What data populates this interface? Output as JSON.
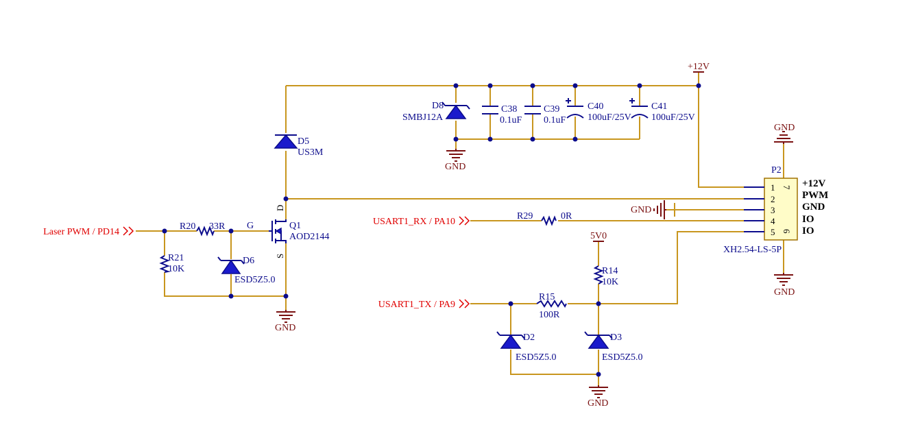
{
  "nets": {
    "laser_pwm": "Laser PWM / PD14",
    "usart_rx": "USART1_RX / PA10",
    "usart_tx": "USART1_TX / PA9",
    "vcc12": "+12V",
    "v5": "5V0",
    "gnd": "GND"
  },
  "components": {
    "r20": {
      "ref": "R20",
      "value": "33R"
    },
    "r21": {
      "ref": "R21",
      "value": "10K"
    },
    "d6": {
      "ref": "D6",
      "value": "ESD5Z5.0"
    },
    "q1": {
      "ref": "Q1",
      "value": "AOD2144",
      "pin_g": "G",
      "pin_d": "D",
      "pin_s": "S"
    },
    "d5": {
      "ref": "D5",
      "value": "US3M"
    },
    "d8": {
      "ref": "D8",
      "value": "SMBJ12A"
    },
    "c38": {
      "ref": "C38",
      "value": "0.1uF"
    },
    "c39": {
      "ref": "C39",
      "value": "0.1uF"
    },
    "c40": {
      "ref": "C40",
      "value": "100uF/25V"
    },
    "c41": {
      "ref": "C41",
      "value": "100uF/25V"
    },
    "r29": {
      "ref": "R29",
      "value": "0R"
    },
    "r14": {
      "ref": "R14",
      "value": "10K"
    },
    "r15": {
      "ref": "R15",
      "value": "100R"
    },
    "d2": {
      "ref": "D2",
      "value": "ESD5Z5.0"
    },
    "d3": {
      "ref": "D3",
      "value": "ESD5Z5.0"
    }
  },
  "connector": {
    "ref": "P2",
    "part": "XH2.54-LS-5P",
    "pins": [
      {
        "num": "1",
        "label": "+12V"
      },
      {
        "num": "2",
        "label": "PWM"
      },
      {
        "num": "3",
        "label": "GND"
      },
      {
        "num": "4",
        "label": "IO"
      },
      {
        "num": "5",
        "label": "IO"
      }
    ],
    "mount_pins": [
      "7",
      "6"
    ]
  },
  "colors": {
    "wire": "#c8961e",
    "part": "#0c0c8c",
    "part_fill": "#1a1acc",
    "power": "#7a1010",
    "net_port": "#e00000"
  }
}
